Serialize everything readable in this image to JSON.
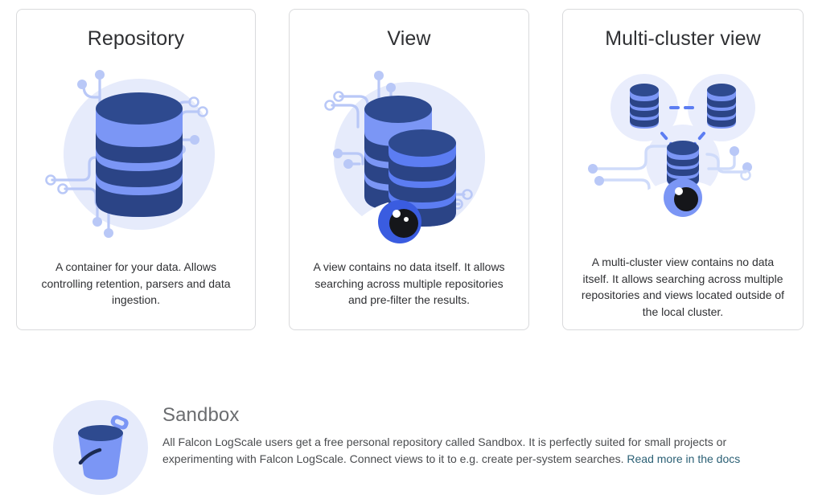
{
  "colors": {
    "card_border": "#d9dadc",
    "heading": "#2f3033",
    "body_text": "#2f3033",
    "sandbox_heading": "#6b6d70",
    "link": "#2b6075",
    "art_circle_bg": "#e6ebfb",
    "db_body": "#7b96f5",
    "db_top_dark": "#2e4a8f",
    "db_ring_dark": "#2b4486",
    "circuit_line": "#b9c8f7",
    "eye_white": "#ffffff",
    "eye_iris": "#3a5ce0",
    "eye_iris_light": "#7b96f5",
    "eye_pupil": "#1b1b1f",
    "bucket_body": "#7b96f5",
    "bucket_top": "#2e4a8f",
    "bucket_handle": "#1b2a52"
  },
  "cards": [
    {
      "title": "Repository",
      "art_icon": "database-repository-icon",
      "description": "A container for your data. Allows controlling retention, parsers and data ingestion."
    },
    {
      "title": "View",
      "art_icon": "database-view-eye-icon",
      "description": "A view contains no data itself. It allows searching across multiple repositories and pre-filter the results."
    },
    {
      "title": "Multi-cluster view",
      "art_icon": "multi-cluster-view-icon",
      "description": "A multi-cluster view contains no data itself. It allows searching across multiple repositories and views located outside of the local cluster."
    }
  ],
  "sandbox": {
    "icon": "sandbox-bucket-icon",
    "title": "Sandbox",
    "text_before_link": "All Falcon LogScale users get a free personal repository called Sandbox. It is perfectly suited for small projects or experimenting with Falcon LogScale. Connect views to it to e.g. create per-system searches. ",
    "link_label": "Read more in the docs"
  }
}
